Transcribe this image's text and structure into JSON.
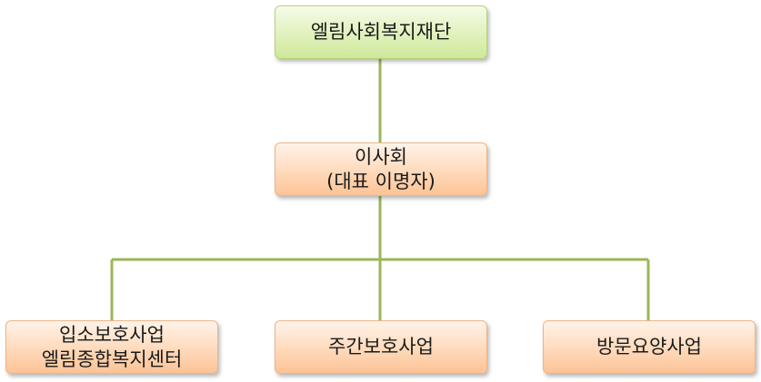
{
  "diagram": {
    "root": {
      "label": "엘림사회복지재단"
    },
    "board": {
      "line1": "이사회",
      "line2": "(대표 이명자)"
    },
    "children": [
      {
        "line1": "입소보호사업",
        "line2": "엘림종합복지센터"
      },
      {
        "line1": "주간보호사업"
      },
      {
        "line1": "방문요양사업"
      }
    ]
  },
  "colors": {
    "connector": "#9bb65a",
    "root_fill": "#dff0b8",
    "node_fill": "#ffd6b4"
  }
}
